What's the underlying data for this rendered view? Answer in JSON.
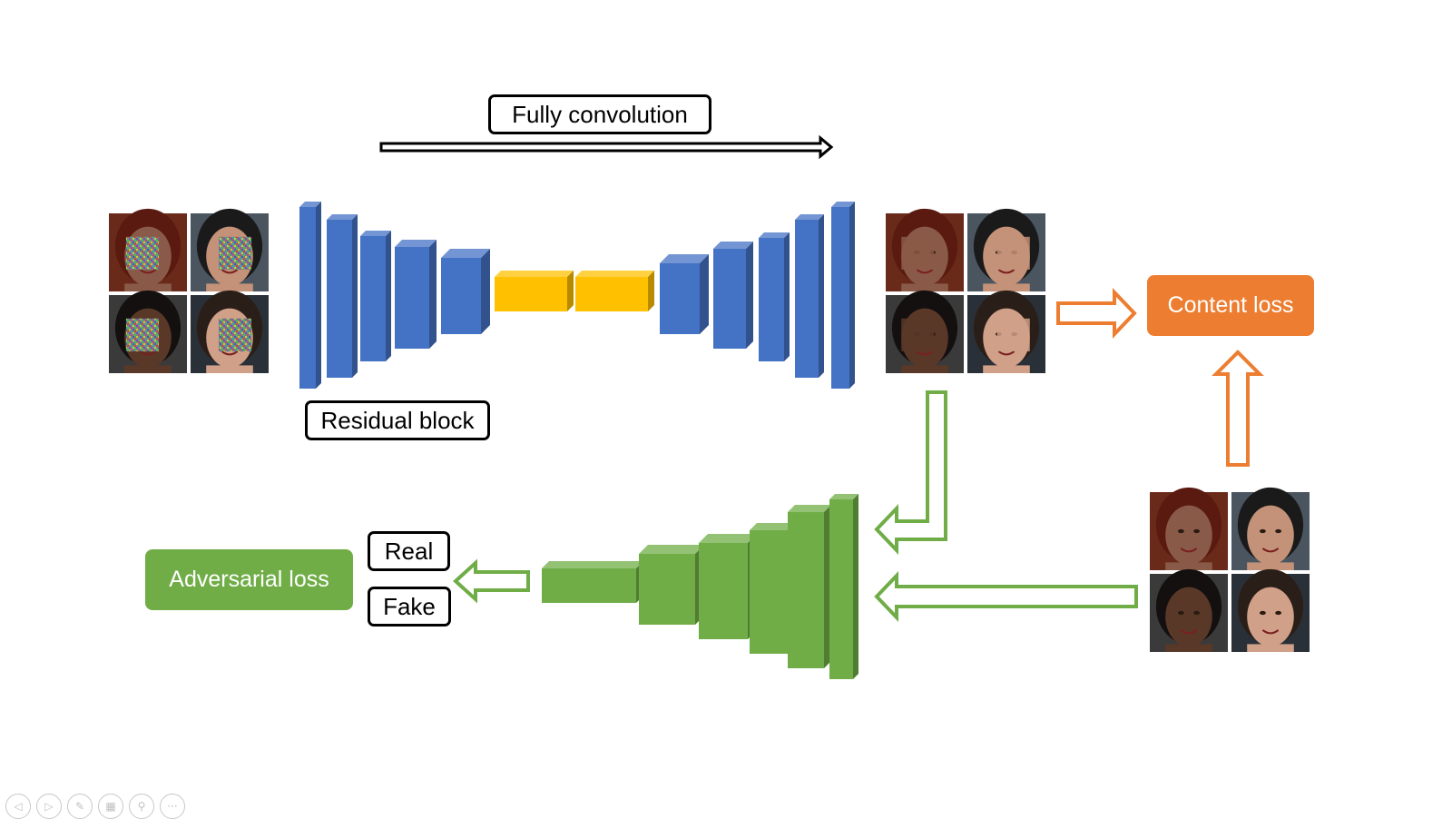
{
  "labels": {
    "fully_convolution": "Fully convolution",
    "residual_block": "Residual block",
    "content_loss": "Content loss",
    "adversarial_loss": "Adversarial loss",
    "real": "Real",
    "fake": "Fake"
  },
  "colors": {
    "generator": "#4472c4",
    "bottleneck": "#ffc000",
    "discriminator": "#70ad47",
    "content": "#ed7d31",
    "outline": "#000000"
  },
  "images": {
    "input": [
      "masked face with noise patch",
      "masked face with noise patch",
      "masked face with noise patch",
      "masked face with noise patch"
    ],
    "generated": [
      "inpainted face",
      "inpainted face",
      "inpainted face",
      "inpainted face"
    ],
    "real": [
      "ground-truth face",
      "ground-truth face",
      "ground-truth face",
      "ground-truth face"
    ]
  },
  "slideshow_controls": [
    "prev-icon",
    "next-icon",
    "pen-icon",
    "slides-icon",
    "zoom-icon",
    "more-icon"
  ]
}
